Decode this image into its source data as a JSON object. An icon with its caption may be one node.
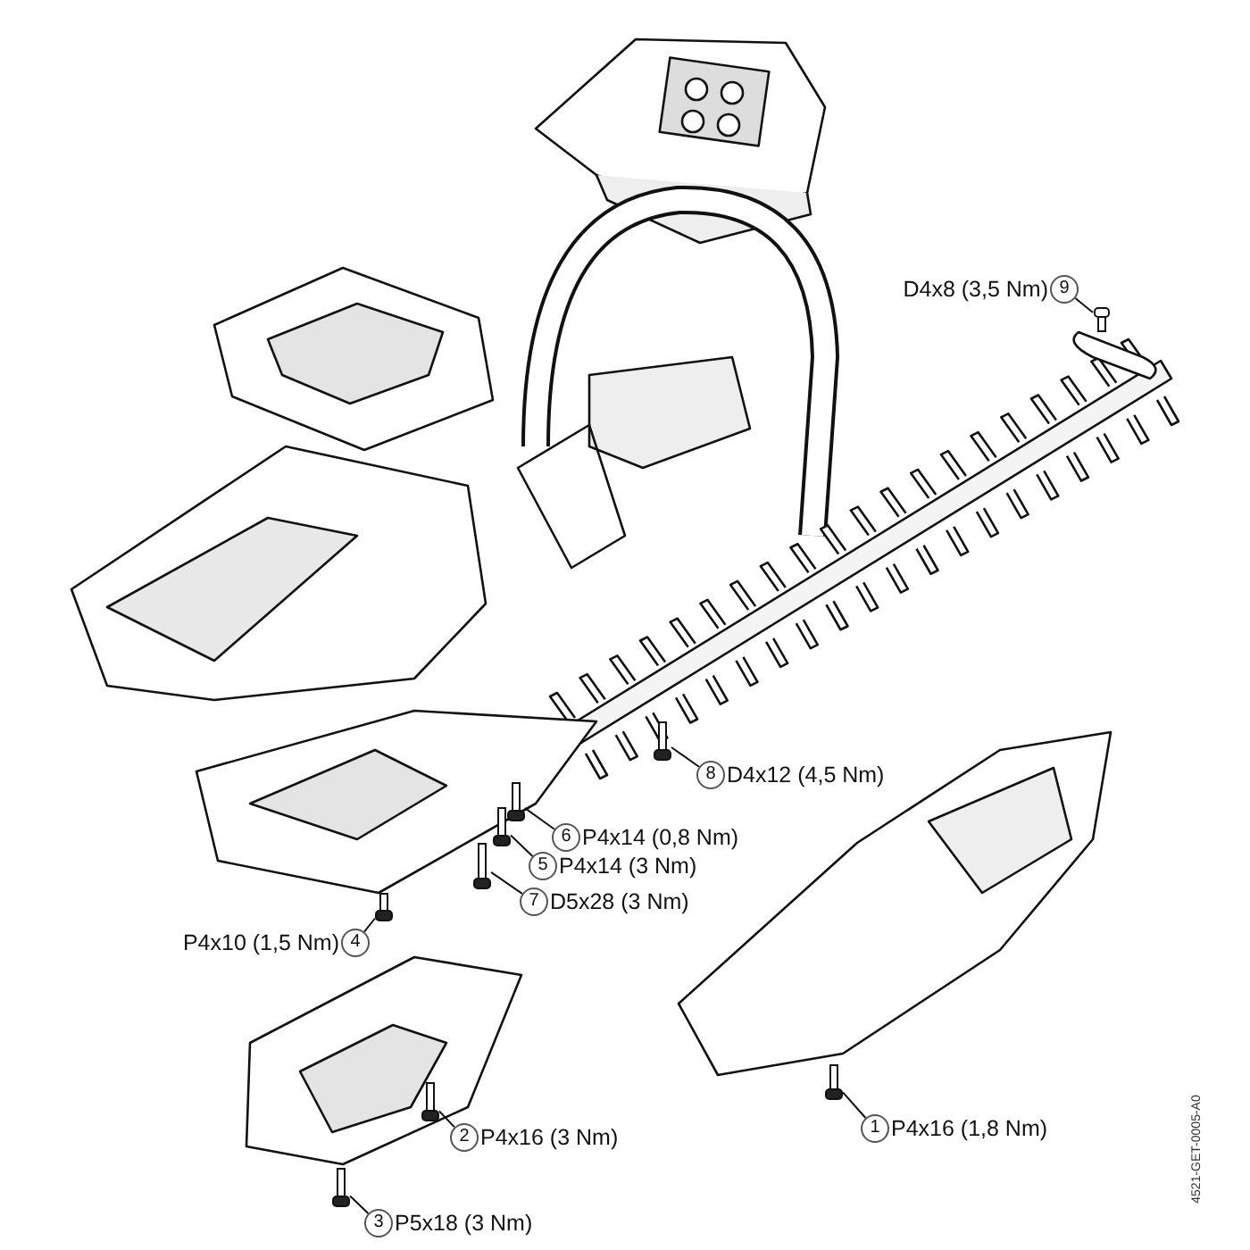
{
  "diagram": {
    "nodes": [
      {
        "text": [
          "D4x8 (3,5 Nm)",
          "9"
        ]
      },
      {
        "text": [],
        "shape": "picture"
      },
      {
        "text": [
          "8",
          "D4x12 (4,5 Nm)"
        ]
      },
      {
        "text": [],
        "shape": "picture"
      },
      {
        "text": [
          "6",
          "P4x14 (0,8 Nm)"
        ]
      },
      {
        "text": [],
        "shape": "picture"
      },
      {
        "text": [
          "5",
          "P4x14 (3 Nm)"
        ]
      },
      {
        "text": [],
        "shape": "picture"
      },
      {
        "text": [
          "7",
          "D5x28 (3 Nm)"
        ]
      },
      {
        "text": [],
        "shape": "picture"
      },
      {
        "text": [
          "P4x10 (1,5 Nm)",
          "4"
        ]
      },
      {
        "text": [],
        "shape": "picture"
      },
      {
        "text": [
          "1",
          "P4x16 (1,8 Nm)"
        ]
      },
      {
        "text": [],
        "shape": "picture"
      },
      {
        "text": [
          "2",
          "P4x16 (3 Nm)"
        ]
      },
      {
        "text": [],
        "shape": "picture"
      },
      {
        "text": [
          "3",
          "P5x18 (3 Nm)"
        ]
      },
      {
        "text": [],
        "shape": "picture"
      }
    ],
    "edges": [
      {
        "from": 0,
        "to": 1,
        "arrow": "none"
      },
      {
        "from": 2,
        "to": 3,
        "arrow": "none"
      },
      {
        "from": 4,
        "to": 5,
        "arrow": "none"
      },
      {
        "from": 6,
        "to": 7,
        "arrow": "none"
      },
      {
        "from": 8,
        "to": 9,
        "arrow": "none"
      },
      {
        "from": 10,
        "to": 11,
        "arrow": "none"
      },
      {
        "from": 12,
        "to": 13,
        "arrow": "none"
      },
      {
        "from": 14,
        "to": 15,
        "arrow": "none"
      },
      {
        "from": 16,
        "to": 17,
        "arrow": "none"
      }
    ],
    "labels": [
      "4521-GET-0005-A0"
    ]
  }
}
